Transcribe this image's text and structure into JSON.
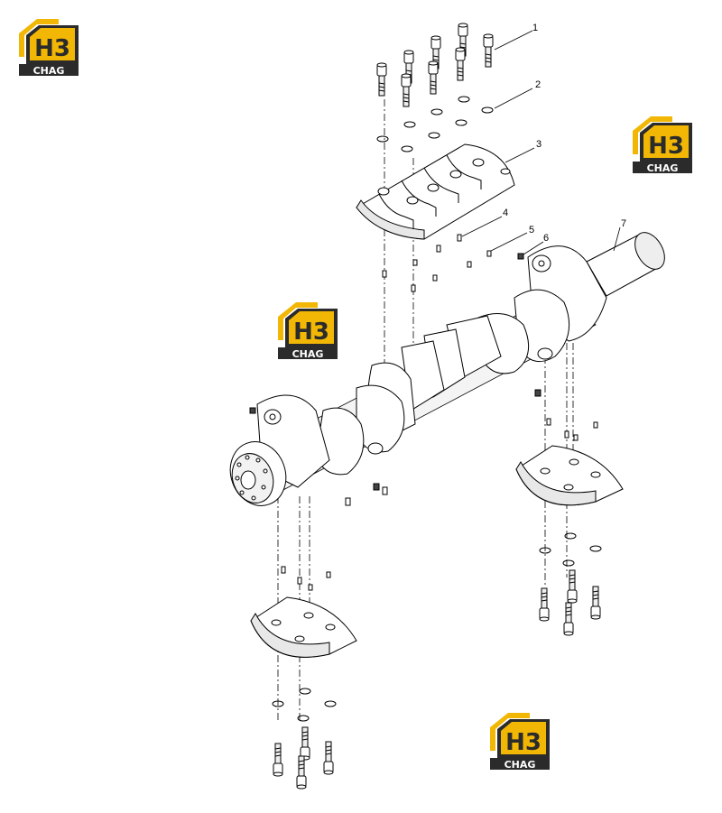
{
  "logo": {
    "mark": "H3",
    "caption": "CHAG",
    "colors": {
      "yellow": "#F2B705",
      "dark": "#2B2B2B",
      "white": "#FFFFFF"
    }
  },
  "callouts": [
    "1",
    "2",
    "3",
    "4",
    "5",
    "6",
    "7"
  ],
  "colors": {
    "line": "#000000",
    "fill": "#FFFFFF",
    "shade": "#E8E8E8"
  }
}
